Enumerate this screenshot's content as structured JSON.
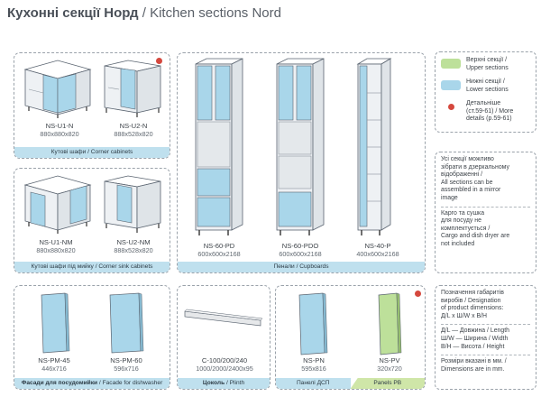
{
  "title": {
    "ua": "Кухонні секції Норд",
    "sep": " / ",
    "en": "Kitchen sections Nord"
  },
  "colors": {
    "upper": "#bde09a",
    "lower": "#a9d6ea",
    "detail_dot": "#d5483e"
  },
  "corner": {
    "items": [
      {
        "code": "NS-U1-N",
        "size": "880x880x820"
      },
      {
        "code": "NS-U2-N",
        "size": "888x528x820"
      }
    ],
    "caption_ua": "Кутові шафи",
    "caption_en": " / Corner cabinets"
  },
  "sink": {
    "items": [
      {
        "code": "NS-U1-NM",
        "size": "880x880x820"
      },
      {
        "code": "NS-U2-NM",
        "size": "888x528x820"
      }
    ],
    "caption_ua": "Кутові шафи під мийку",
    "caption_en": " / Corner sink cabinets"
  },
  "tall": {
    "items": [
      {
        "code": "NS-60-PD",
        "size": "600x600x2168"
      },
      {
        "code": "NS-60-PDO",
        "size": "600x600x2168"
      },
      {
        "code": "NS-40-P",
        "size": "400x600x2168"
      }
    ],
    "caption_ua": "Пенали",
    "caption_en": " / Cupboards"
  },
  "facades": {
    "items": [
      {
        "code": "NS-PM-45",
        "size": "446x716"
      },
      {
        "code": "NS-PM-60",
        "size": "596x716"
      }
    ],
    "caption_ua": "Фасади для посудомийки",
    "caption_en": " / Facade for dishwasher"
  },
  "plinth": {
    "item": {
      "code": "C-100/200/240",
      "size": "1000/2000/2400x95"
    },
    "caption_ua": "Цоколь",
    "caption_en": " / Plinth"
  },
  "panels": {
    "items": [
      {
        "code": "NS-PN",
        "size": "595x816"
      },
      {
        "code": "NS-PV",
        "size": "320x720"
      }
    ],
    "caption_left": "Панелі ДСП",
    "caption_right": "Panels PB"
  },
  "legend": {
    "upper_ua": "Верхні секції /",
    "upper_en": "Upper sections",
    "lower_ua": "Нижні секції /",
    "lower_en": "Lower sections",
    "detail_1": "Детальніше",
    "detail_2": "(ст.59-61) / More",
    "detail_3": "details (p.59-61)"
  },
  "note1": {
    "lines": [
      "Усі секції можливо",
      "зібрати в дзеркальному",
      "відображенні /",
      "All sections can be",
      "assembled in a mirror",
      "image"
    ],
    "lines2": [
      "Карго та сушка",
      "для посуду не",
      "комплектується /",
      "Cargo and dish dryer are",
      "not included"
    ]
  },
  "note2": {
    "lines": [
      "Позначення габаритів",
      "виробів / Designation",
      "of product dimensions:",
      "Д/L x Ш/W x В/H"
    ],
    "lines2": [
      "Д/L — Довжина / Length",
      "Ш/W — Ширина / Width",
      "В/H — Висота / Height"
    ],
    "lines3": [
      "Розміри вказані в мм. /",
      "Dimensions are in mm."
    ]
  }
}
